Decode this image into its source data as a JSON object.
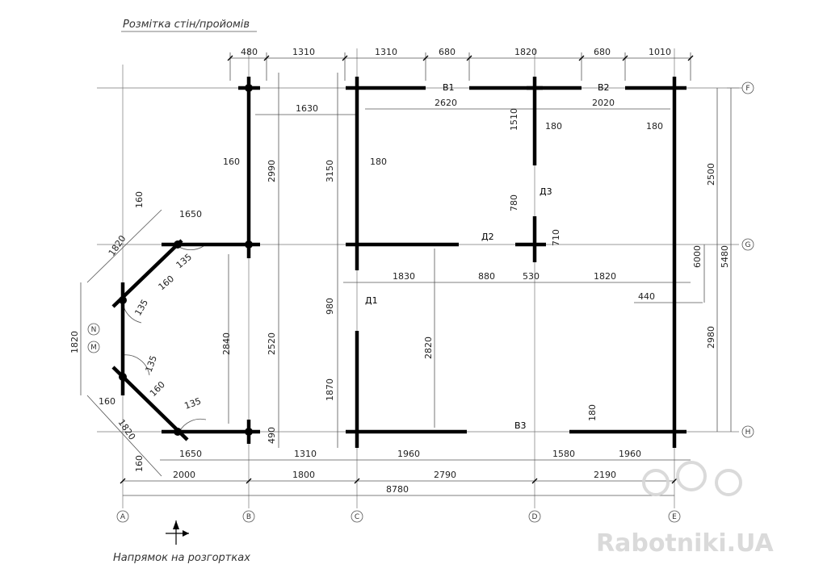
{
  "title": "Розмітка стін/пройомів",
  "footer": "Напрямок на розгортках",
  "watermark": "Rabotniki.UA",
  "axes_bottom": [
    "A",
    "B",
    "C",
    "D",
    "E"
  ],
  "axes_right": [
    "F",
    "G",
    "H"
  ],
  "axes_left": [
    "N",
    "M"
  ],
  "openings": {
    "v1": "В1",
    "v2": "В2",
    "v3": "В3",
    "d1": "Д1",
    "d2": "Д2",
    "d3": "Д3"
  },
  "dims": {
    "t480": "480",
    "t1310a": "1310",
    "t1310b": "1310",
    "t680a": "680",
    "t1820": "1820",
    "t680b": "680",
    "t1010": "1010",
    "r2620": "2620",
    "r2020": "2020",
    "r1630": "1630",
    "r1510": "1510",
    "r180a": "180",
    "r180b": "180",
    "r160a": "160",
    "r2990": "2990",
    "r3150": "3150",
    "r180c": "180",
    "r780": "780",
    "r1650a": "1650",
    "r710": "710",
    "r160b": "160",
    "r1820a": "1820",
    "r135a": "135",
    "r160c": "160",
    "r135b": "135",
    "r1830": "1830",
    "r880": "880",
    "r530": "530",
    "r1820b": "1820",
    "r440": "440",
    "r980": "980",
    "r1820c": "1820",
    "r2840": "2840",
    "r2520": "2520",
    "r2820": "2820",
    "r135c": "135",
    "r160d": "160",
    "r1870": "1870",
    "r160e": "160",
    "r135d": "135",
    "r180d": "180",
    "r1820d": "1820",
    "r490": "490",
    "r160f": "160",
    "r1650b": "1650",
    "b1310": "1310",
    "b1960a": "1960",
    "b1580": "1580",
    "b1960b": "1960",
    "b2000": "2000",
    "b1800": "1800",
    "b2790": "2790",
    "b2190": "2190",
    "b8780": "8780",
    "v2500": "2500",
    "v6000": "6000",
    "v5480": "5480",
    "v2980": "2980"
  }
}
